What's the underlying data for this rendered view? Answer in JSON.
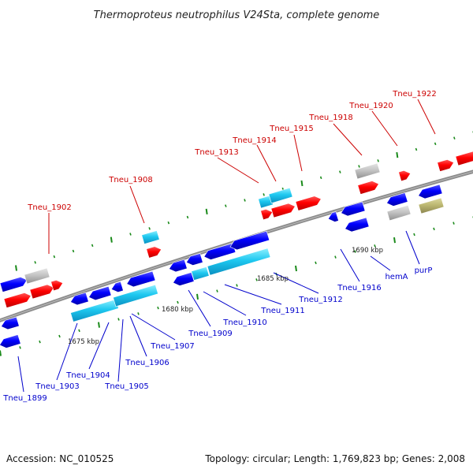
{
  "title": "Thermoproteus neutrophilus V24Sta, complete genome",
  "footer": {
    "accession": "Accession: NC_010525",
    "summary": "Topology: circular; Length: 1,769,823 bp; Genes: 2,008"
  },
  "colors": {
    "backbone": "#8c8c8c",
    "tick": "#1a8a1a",
    "forward_label": "#cc0000",
    "reverse_label": "#0000cc"
  },
  "kbp_markers": [
    {
      "label": "1675 kbp",
      "kbp": 1675
    },
    {
      "label": "1680 kbp",
      "kbp": 1680
    },
    {
      "label": "1685 kbp",
      "kbp": 1685
    },
    {
      "label": "1690 kbp",
      "kbp": 1690
    }
  ],
  "gene_labels": {
    "top": [
      "Tneu_1902",
      "Tneu_1908",
      "Tneu_1913",
      "Tneu_1914",
      "Tneu_1915",
      "Tneu_1918",
      "Tneu_1920",
      "Tneu_1922"
    ],
    "bottom": [
      "Tneu_1899",
      "Tneu_1903",
      "Tneu_1904",
      "Tneu_1905",
      "Tneu_1906",
      "Tneu_1907",
      "Tneu_1909",
      "Tneu_1910",
      "Tneu_1911",
      "Tneu_1912",
      "Tneu_1916",
      "hemA",
      "purP"
    ]
  },
  "feature_colors": [
    "red",
    "blue",
    "cyan",
    "grey",
    "olive"
  ]
}
